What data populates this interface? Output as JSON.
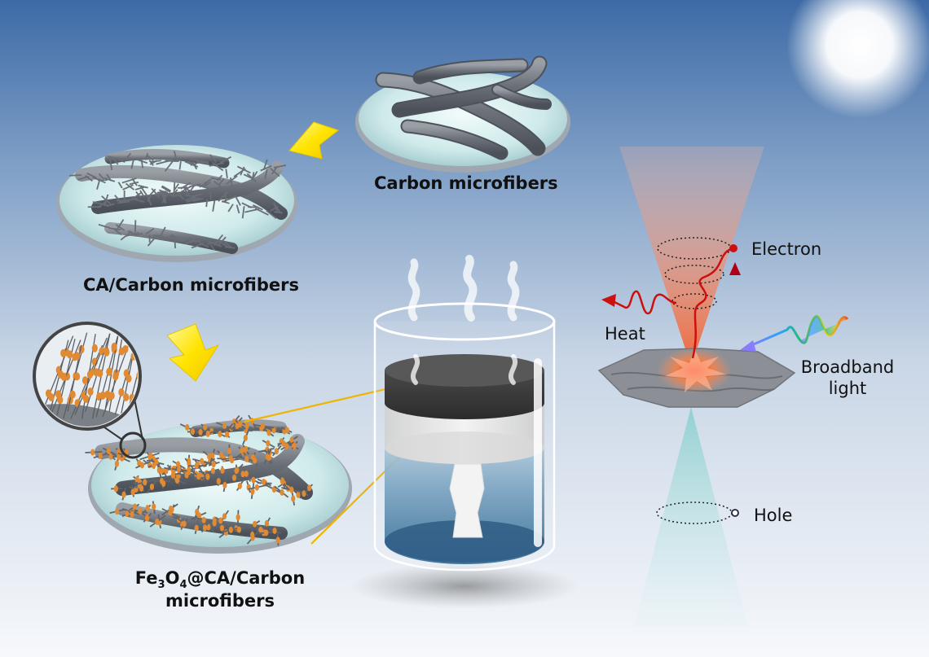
{
  "labels": {
    "carbon_microfibers": "Carbon microfibers",
    "ca_carbon_microfibers": "CA/Carbon microfibers",
    "fe3o4_prefix": "Fe",
    "fe3o4_sub1": "3",
    "fe3o4_o": "O",
    "fe3o4_sub2": "4",
    "fe3o4_suffix": "@CA/Carbon",
    "fe3o4_line2": "microfibers",
    "electron": "Electron",
    "heat": "Heat",
    "broadband_line1": "Broadband",
    "broadband_line2": "light",
    "hole": "Hole"
  },
  "colors": {
    "sky_top": "#3f6da8",
    "sky_bottom": "#f4f6fa",
    "fiber": "#7b7f86",
    "nanoparticle": "#e08a34",
    "arrow_yellow": "#ffe21c",
    "guide_line": "#f0b400",
    "heat_arrow": "#cc1010",
    "electron_cone": "#f08060",
    "hole_cone": "#a8d8d8"
  }
}
